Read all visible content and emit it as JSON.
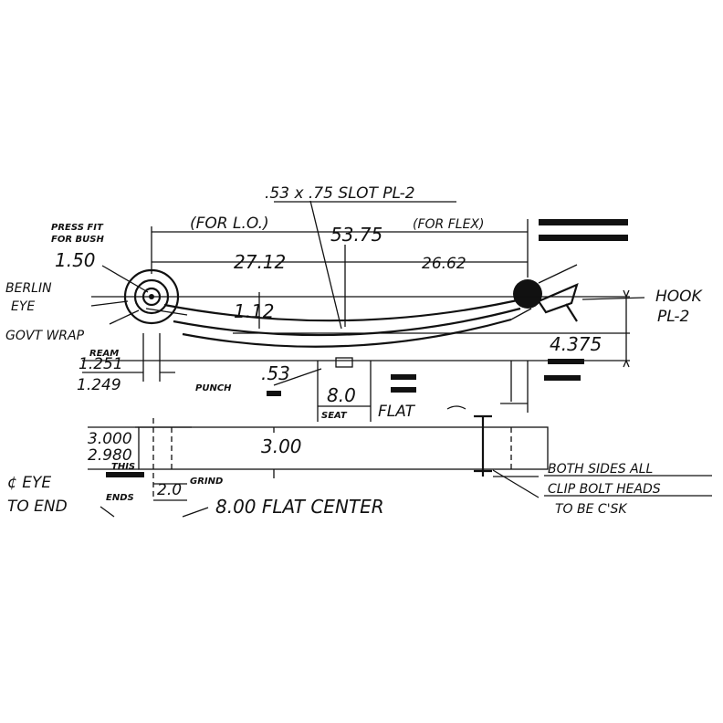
{
  "labels": {
    "slot": ".53 x .75 SLOT PL-2",
    "for_lo": "(FOR L.O.)",
    "for_flex": "(FOR FLEX)",
    "overall": "53.75",
    "press_fit_1": "PRESS FIT",
    "press_fit_2": "FOR BUSH",
    "eye_dia": "1.50",
    "left_len": "27.12",
    "right_len": "26.62",
    "berlin_1": "BERLIN",
    "berlin_2": "EYE",
    "govt_wrap": "GOVT WRAP",
    "thick": "1.12",
    "hook_1": "HOOK",
    "hook_2": "PL-2",
    "arch": "4.375",
    "ream": "REAM",
    "ream_max": "1.251",
    "ream_min": "1.249",
    "punch": "PUNCH",
    "punch_val": ".53",
    "seat_len": "8.0",
    "seat": "SEAT",
    "flat": "FLAT",
    "w_max": "3.000",
    "w_min": "2.980",
    "width": "3.00",
    "this": "THIS",
    "ends": "ENDS",
    "grind_len": "2.0",
    "grind": "GRIND",
    "eye_end_1": "¢ EYE",
    "eye_end_2": "TO END",
    "flat_center": "8.00 FLAT CENTER",
    "both_sides": "BOTH SIDES ALL",
    "clip_bolt": "CLIP BOLT HEADS",
    "csk": "TO BE C'SK"
  }
}
